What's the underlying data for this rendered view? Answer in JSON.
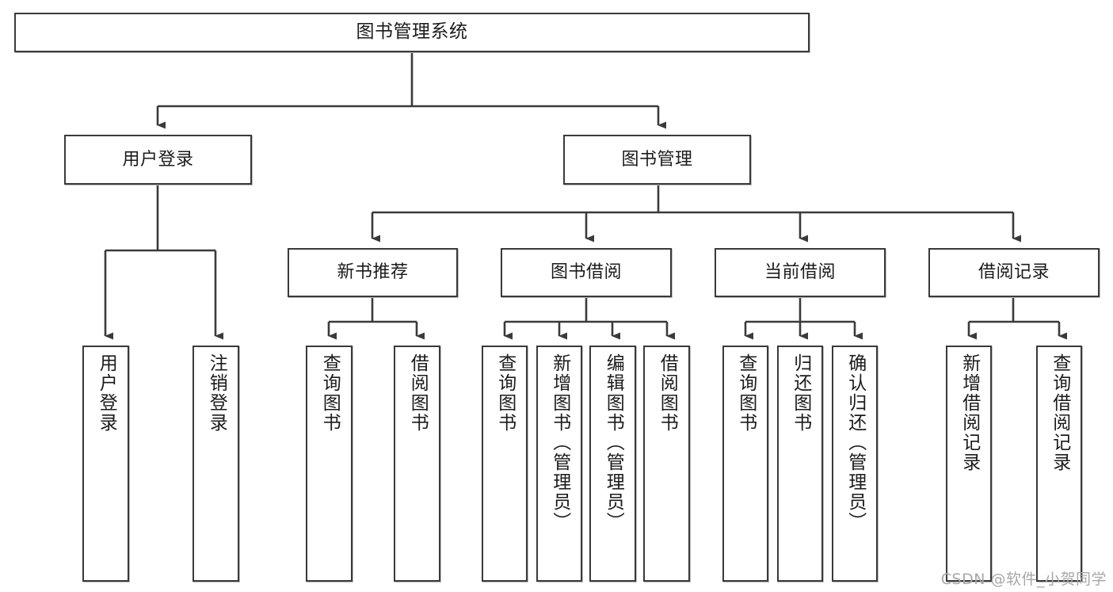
{
  "diagram": {
    "title": "图书管理系统",
    "type": "tree",
    "watermark": "CSDN @软件_小贺同学",
    "colors": {
      "box_border": "#3a3a3a",
      "box_fill": "#ffffff",
      "connector": "#3a3a3a",
      "text": "#1b1b1b",
      "watermark": "#a8a8a8"
    },
    "nodes": {
      "root": {
        "label": "图书管理系统"
      },
      "level2": [
        {
          "id": "user-login",
          "label": "用户登录"
        },
        {
          "id": "book-manage",
          "label": "图书管理"
        }
      ],
      "level3": [
        {
          "id": "new-book-recommend",
          "label": "新书推荐"
        },
        {
          "id": "book-borrow",
          "label": "图书借阅"
        },
        {
          "id": "current-borrow",
          "label": "当前借阅"
        },
        {
          "id": "borrow-record",
          "label": "借阅记录"
        }
      ],
      "leaves": {
        "user_login": [
          {
            "id": "leaf-user-login",
            "label": "用户登录"
          },
          {
            "id": "leaf-logout",
            "label": "注销登录"
          }
        ],
        "new_book_recommend": [
          {
            "id": "leaf-query-book-1",
            "label": "查询图书"
          },
          {
            "id": "leaf-borrow-book-1",
            "label": "借阅图书"
          }
        ],
        "book_borrow": [
          {
            "id": "leaf-query-book-2",
            "label": "查询图书"
          },
          {
            "id": "leaf-add-book",
            "label": "新增图书（管理员）"
          },
          {
            "id": "leaf-edit-book",
            "label": "编辑图书（管理员）"
          },
          {
            "id": "leaf-borrow-book-2",
            "label": "借阅图书"
          }
        ],
        "current_borrow": [
          {
            "id": "leaf-query-book-3",
            "label": "查询图书"
          },
          {
            "id": "leaf-return-book",
            "label": "归还图书"
          },
          {
            "id": "leaf-confirm-return",
            "label": "确认归还（管理员）"
          }
        ],
        "borrow_record": [
          {
            "id": "leaf-add-record",
            "label": "新增借阅记录"
          },
          {
            "id": "leaf-query-record",
            "label": "查询借阅记录"
          }
        ]
      }
    }
  }
}
